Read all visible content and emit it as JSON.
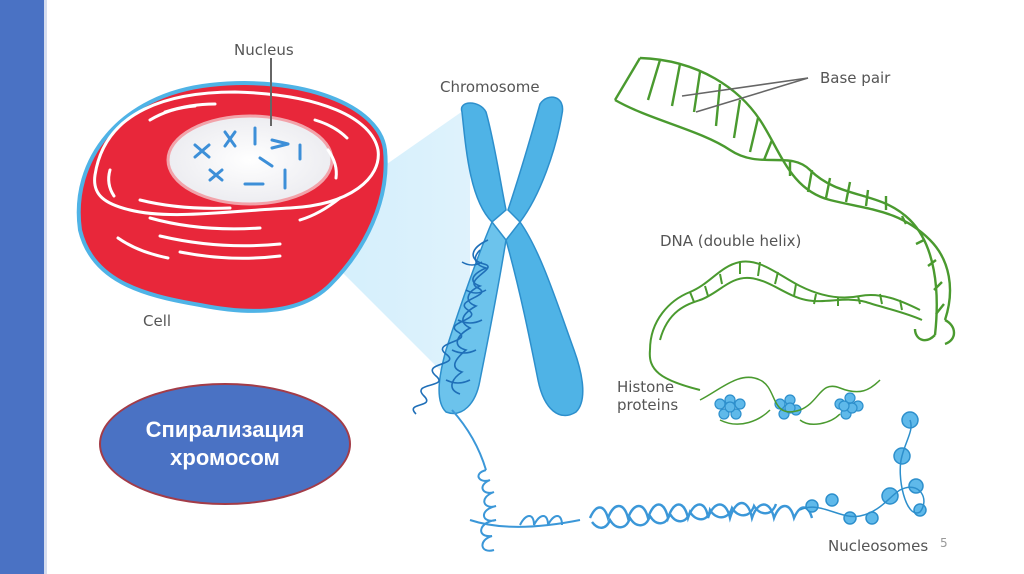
{
  "labels": {
    "nucleus": "Nucleus",
    "chromosome": "Chromosome",
    "base_pair": "Base pair",
    "dna": "DNA (double helix)",
    "cell": "Cell",
    "histone_line1": "Histone",
    "histone_line2": "proteins",
    "nucleosomes": "Nucleosomes"
  },
  "badge": {
    "text": "Спирализация\nхромосом"
  },
  "page_number": "5",
  "colors": {
    "sidebar": "#4a72c4",
    "cell": "#e8273a",
    "chromosome": "#4fb3e6",
    "dna": "#4a9a2f",
    "badge": "#4a72c4"
  }
}
